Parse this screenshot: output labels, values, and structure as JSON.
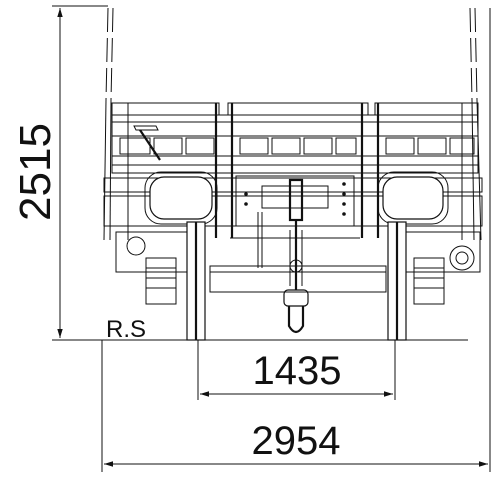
{
  "dimensions": {
    "height_label": "2515",
    "gauge_label": "1435",
    "width_label": "2954"
  },
  "reference": {
    "rail_surface_label": "R.S"
  }
}
